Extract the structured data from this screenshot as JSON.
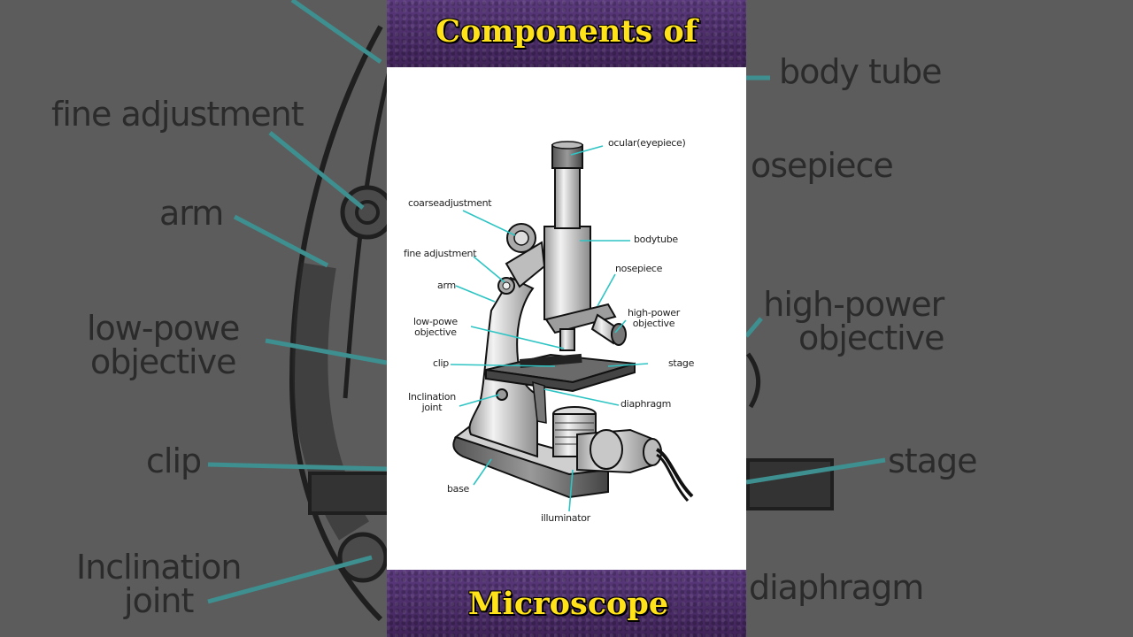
{
  "title_top": "Components of",
  "title_bottom": "Microscope",
  "labels": {
    "ocular": "ocular(eyepiece)",
    "coarse": "coarseadjustment",
    "body_tube": "bodytube",
    "fine": "fine adjustment",
    "nosepiece": "nosepiece",
    "arm": "arm",
    "low_power_1": "low-powe",
    "low_power_2": "objective",
    "high_power_1": "high-power",
    "high_power_2": "objective",
    "clip": "clip",
    "stage": "stage",
    "inclination_1": "Inclination",
    "inclination_2": "joint",
    "diaphragm": "diaphragm",
    "base": "base",
    "illuminator": "illuminator"
  },
  "background_labels": {
    "body_tube": "body tube",
    "fine": "fine adjustment",
    "nosepiece": "osepiece",
    "arm": "arm",
    "high_power_1": "high-power",
    "high_power_2": "objective",
    "low_power_1": "low-powe",
    "low_power_2": "objective",
    "clip": "clip",
    "stage": "stage",
    "inclination_1": "Inclination",
    "inclination_2": "joint",
    "diaphragm": "diaphragm"
  },
  "colors": {
    "band": "#4a2a66",
    "title": "#ffe21a",
    "leader": "#2ec4c4",
    "backdrop": "#5c5c5c"
  }
}
